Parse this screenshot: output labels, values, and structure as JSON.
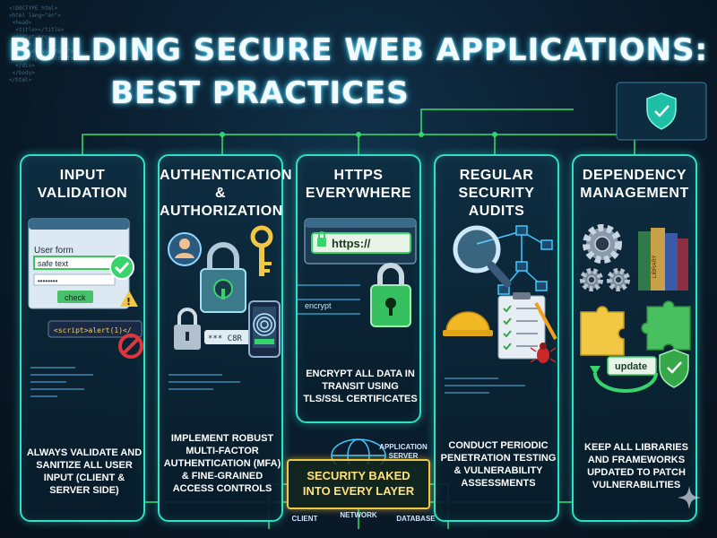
{
  "title": {
    "line1": "BUILDING SECURE WEB APPLICATIONS:",
    "line2": "BEST PRACTICES"
  },
  "cards": [
    {
      "heading": "INPUT\nVALIDATION",
      "description": "ALWAYS VALIDATE AND SANITIZE ALL USER INPUT (CLIENT & SERVER SIDE)",
      "art": {
        "form_title": "User form",
        "field_value": "safe text",
        "password_mask": "••••••••",
        "button": "check",
        "script_text": "<script>alert(1)</"
      }
    },
    {
      "heading": "AUTHENTICATION\n& AUTHORIZATION",
      "description": "IMPLEMENT ROBUST MULTI-FACTOR AUTHENTICATION (MFA) & FINE-GRAINED ACCESS CONTROLS",
      "art": {
        "pin_text": "*** C8R"
      }
    },
    {
      "heading": "HTTPS\nEVERYWHERE",
      "description": "ENCRYPT ALL DATA IN TRANSIT USING TLS/SSL CERTIFICATES",
      "art": {
        "url": "https://",
        "encrypt_label": "encrypt"
      }
    },
    {
      "heading": "REGULAR\nSECURITY AUDITS",
      "description": "CONDUCT PERIODIC PENETRATION TESTING & VULNERABILITY ASSESSMENTS",
      "art": {}
    },
    {
      "heading": "DEPENDENCY\nMANAGEMENT",
      "description": "KEEP ALL LIBRARIES AND FRAMEWORKS UPDATED TO PATCH VULNERABILITIES",
      "art": {
        "book_label": "LIBRARY",
        "update_label": "update"
      }
    }
  ],
  "center_badge": {
    "text": "SECURITY BAKED\nINTO EVERY LAYER",
    "labels": {
      "server": "APPLICATION\nSERVER",
      "client": "CLIENT",
      "network": "NETWORK",
      "database": "DATABASE"
    }
  },
  "colors": {
    "accent": "#2fe0c8",
    "highlight": "#f2c744",
    "success": "#37d36b",
    "danger": "#e2343c",
    "background": "#0a1c2c"
  },
  "icons": [
    "check-icon",
    "warning-icon",
    "prohibited-icon",
    "user-icon",
    "key-icon",
    "padlock-icon",
    "fingerprint-icon",
    "phone-icon",
    "browser-icon",
    "magnifier-icon",
    "hardhat-icon",
    "clipboard-icon",
    "bug-icon",
    "gear-icon",
    "book-icon",
    "puzzle-icon",
    "shield-icon",
    "refresh-icon"
  ]
}
